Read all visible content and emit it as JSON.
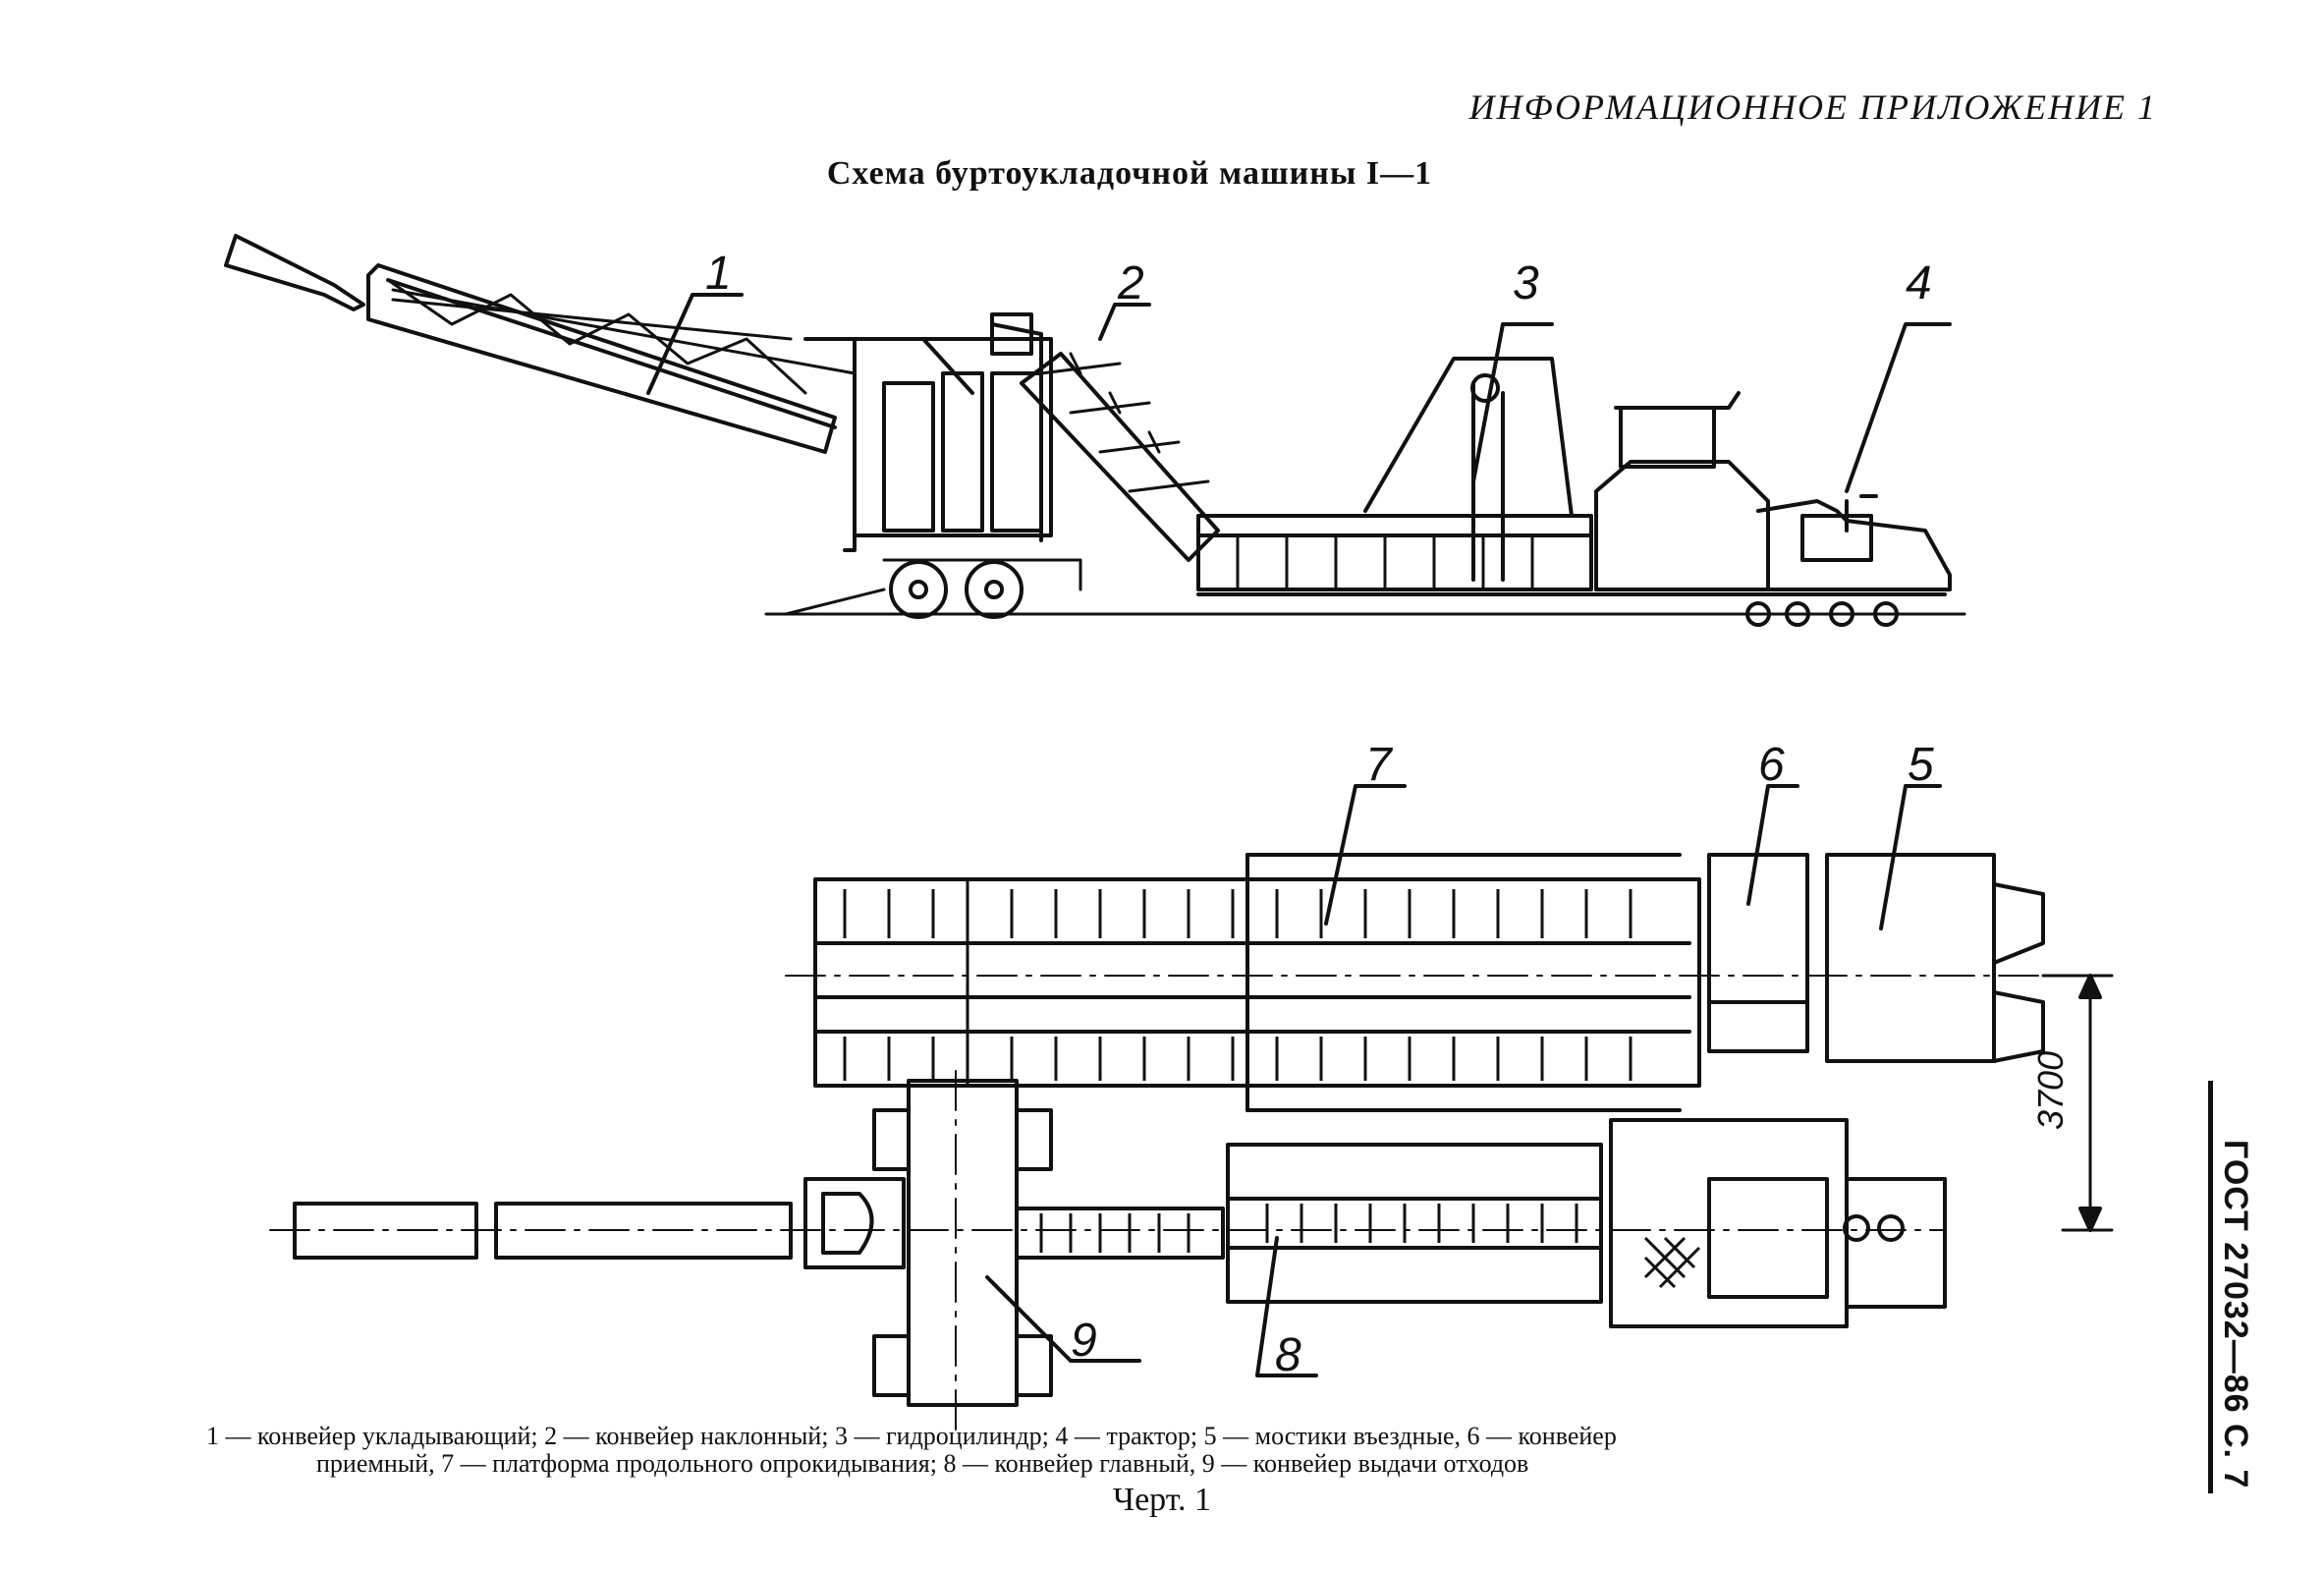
{
  "header": {
    "appendix_title": "ИНФОРМАЦИОННОЕ ПРИЛОЖЕНИЕ 1",
    "scheme_title": "Схема буртоукладочной машины I—1"
  },
  "callouts": {
    "c1": "1",
    "c2": "2",
    "c3": "3",
    "c4": "4",
    "c5": "5",
    "c6": "6",
    "c7": "7",
    "c8": "8",
    "c9": "9"
  },
  "dimension": {
    "width_label": "3700"
  },
  "legend": {
    "line1": "1 — конвейер укладывающий; 2 — конвейер наклонный; 3 — гидроцилиндр; 4 — трактор; 5 — мостики въездные, 6 — конвейер",
    "line2": "приемный, 7 — платформа продольного опрокидывания; 8 — конвейер главный, 9 — конвейер выдачи отходов"
  },
  "caption": "Черт. 1",
  "side_code": "ГОСТ 27032—86 С. 7"
}
